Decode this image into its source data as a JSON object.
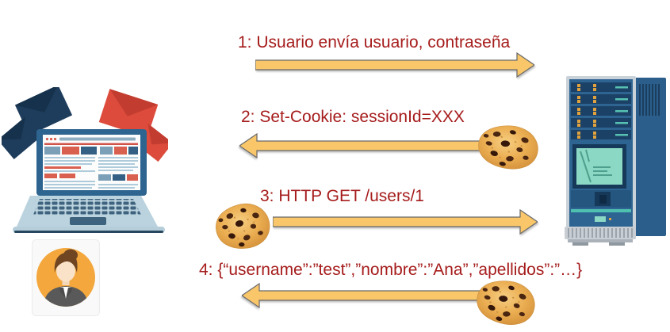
{
  "diagram_title": "cookie-session-flow",
  "messages": [
    {
      "label": "1: Usuario envía usuario, contraseña",
      "direction": "right",
      "cookie_position": "none"
    },
    {
      "label": "2: Set-Cookie: sessionId=XXX",
      "direction": "left",
      "cookie_position": "right"
    },
    {
      "label": "3: HTTP GET /users/1",
      "direction": "right",
      "cookie_position": "left"
    },
    {
      "label": "4: {“username”:”test”,”nombre”:”Ana”,”apellidos”:”…}",
      "direction": "left",
      "cookie_position": "right"
    }
  ],
  "actors": {
    "client": {
      "icon": "laptop-with-envelopes-icon",
      "user": "woman-avatar-icon"
    },
    "server": {
      "icon": "server-tower-icon"
    }
  },
  "icons": {
    "cookie": "cookie-icon",
    "envelope_dark": "envelope-icon",
    "envelope_red": "envelope-icon"
  },
  "colors": {
    "label_text": "#A61C1C",
    "arrow_fill": "#F9C76A",
    "arrow_stroke": "#6A6A6A",
    "envelope_navy": "#1E3D5C",
    "envelope_red": "#DC4B3C",
    "laptop_frame": "#2E6590",
    "laptop_base": "#BBD3DE",
    "server_blue": "#2E6492",
    "server_screen": "#8BD8C4",
    "avatar_circle": "#F3A73C",
    "background": "#FFFFFF"
  }
}
